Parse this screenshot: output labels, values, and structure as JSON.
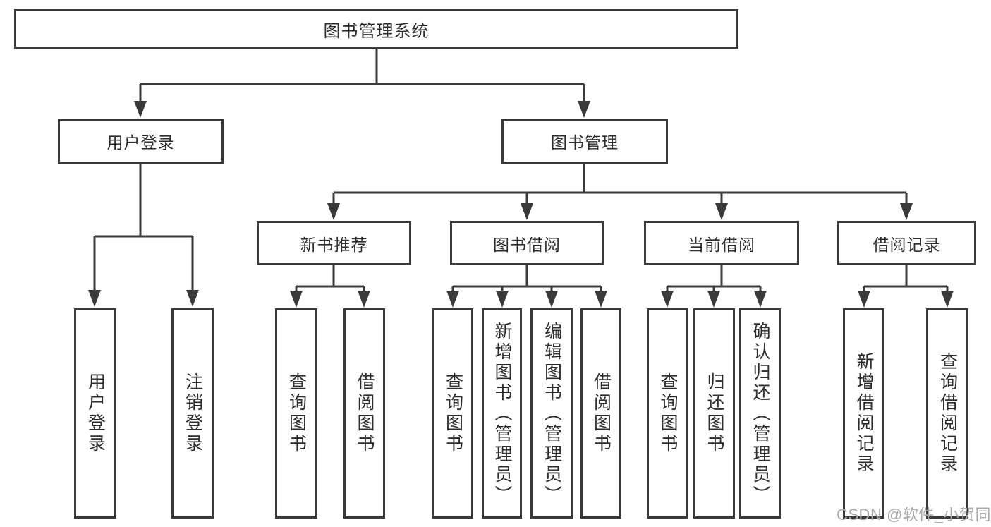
{
  "diagram": {
    "root": "图书管理系统",
    "level2": [
      "用户登录",
      "图书管理"
    ],
    "level3": [
      "新书推荐",
      "图书借阅",
      "当前借阅",
      "借阅记录"
    ],
    "leaves": [
      "用户登录",
      "注销登录",
      "查询图书",
      "借阅图书",
      "查询图书",
      "新增图书（管理员）",
      "编辑图书（管理员）",
      "借阅图书",
      "查询图书",
      "归还图书",
      "确认归还（管理员）",
      "新增借阅记录",
      "查询借阅记录"
    ]
  },
  "watermark": "CSDN @软件_小贺同学"
}
